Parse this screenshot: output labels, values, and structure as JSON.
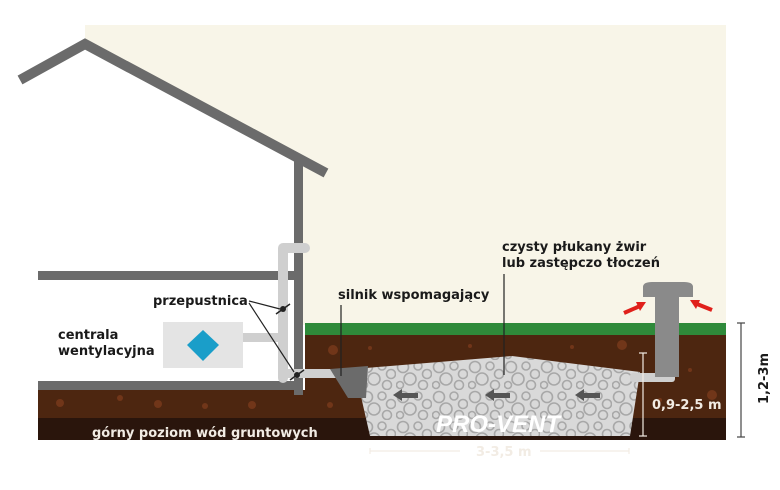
{
  "labels": {
    "damper": "przepustnica",
    "unit": [
      "centrala",
      "wentylacyjna"
    ],
    "motor": "silnik wspomagający",
    "gravel": [
      "czysty płukany żwir",
      "lub zastępczo tłoczeń"
    ],
    "groundwater": "górny poziom wód gruntowych",
    "depth_gravel": "0,9-2,5 m",
    "depth_total": "1,2-3m",
    "width": "3-3,5 m"
  },
  "logo": "PRO-VENT",
  "colors": {
    "sky": "#f8f5e8",
    "grass": "#2f8a3a",
    "soil": "#4d2610",
    "deep_soil": "#2a150c",
    "wall": "#6b6b6b",
    "duct": "#cfcfcf",
    "unit": "#e4e4e4",
    "accent": "#1a9ec9",
    "airflow": "#e0201b"
  }
}
